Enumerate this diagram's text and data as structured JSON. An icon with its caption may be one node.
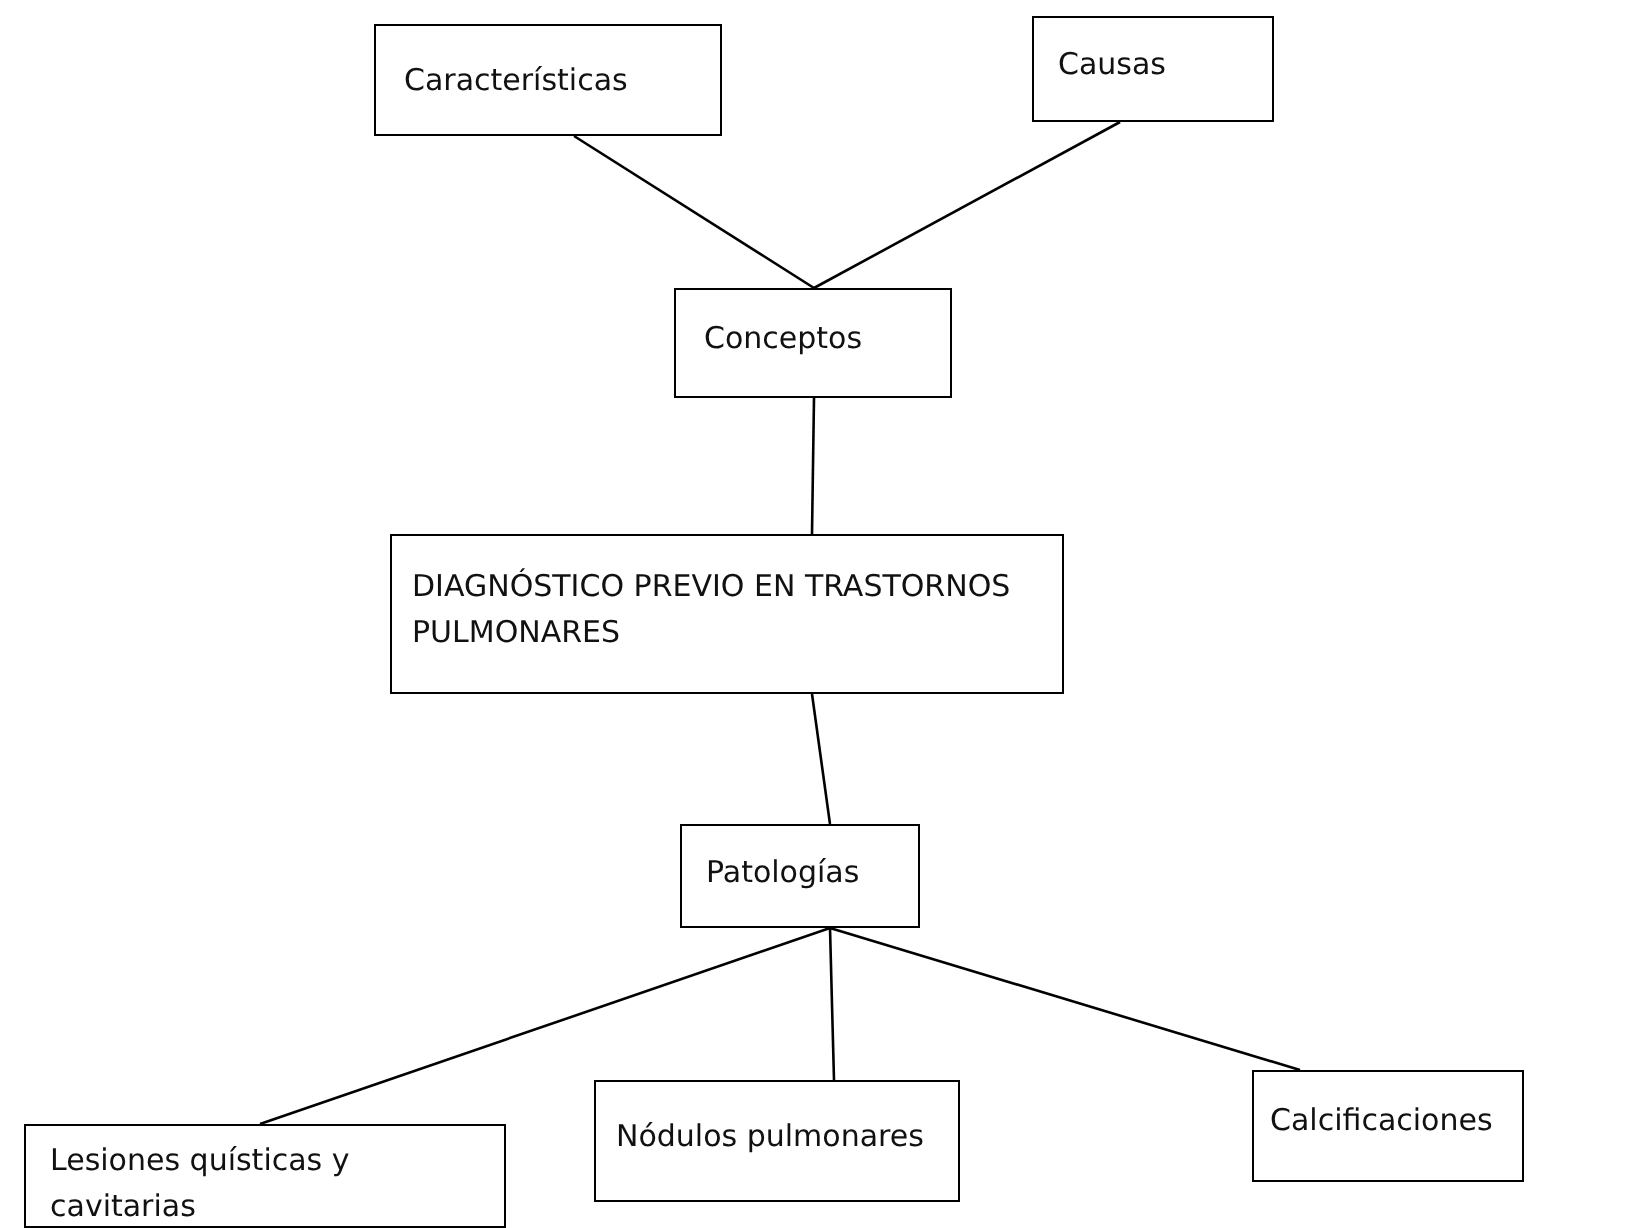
{
  "diagram": {
    "nodes": [
      {
        "text": [
          "Características"
        ]
      },
      {
        "text": [
          "Causas"
        ]
      },
      {
        "text": [
          "Conceptos"
        ]
      },
      {
        "text": [
          "DIAGNÓSTICO PREVIO EN TRASTORNOS PULMONARES"
        ]
      },
      {
        "text": [
          "Patologías"
        ]
      },
      {
        "text": [
          "Lesiones quísticas y cavitarias"
        ]
      },
      {
        "text": [
          "Nódulos pulmonares"
        ]
      },
      {
        "text": [
          "Calcificaciones"
        ]
      }
    ],
    "edges": [
      {
        "from": 2,
        "to": 0,
        "arrow": "none"
      },
      {
        "from": 2,
        "to": 1,
        "arrow": "none"
      },
      {
        "from": 2,
        "to": 3,
        "arrow": "none"
      },
      {
        "from": 3,
        "to": 4,
        "arrow": "none"
      },
      {
        "from": 4,
        "to": 5,
        "arrow": "none"
      },
      {
        "from": 4,
        "to": 6,
        "arrow": "none"
      },
      {
        "from": 4,
        "to": 7,
        "arrow": "none"
      }
    ]
  }
}
